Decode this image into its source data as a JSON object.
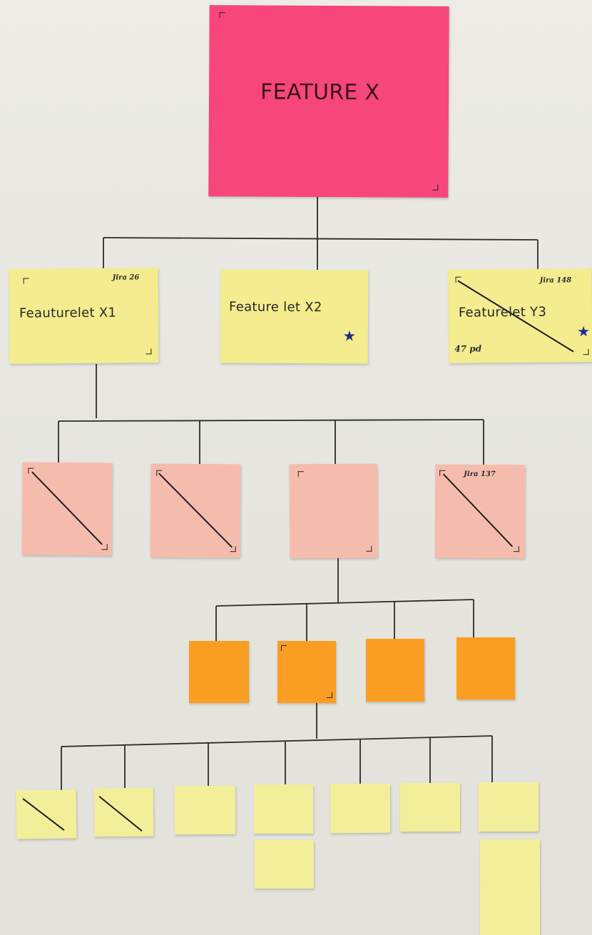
{
  "feature": {
    "title": "FEATURE X"
  },
  "featurelets": [
    {
      "label": "Feauturelet X1",
      "jira": "Jira 26"
    },
    {
      "label": "Feature let X2"
    },
    {
      "label": "Featurelet Y3",
      "jira": "Jira 148",
      "estimate": "47 pd"
    }
  ],
  "subtasks": [
    {
      "jira": "Jira 137"
    }
  ],
  "colors": {
    "feature_note": "#f7467b",
    "featurelet_note": "#f4ec8e",
    "subtask_note": "#f5bcae",
    "task_note": "#fb9d22",
    "leaf_note": "#f3ee9a",
    "star": "#1b2a8f",
    "background": "#e8e7e1"
  },
  "icons": [
    "star-icon",
    "corner-mark-icon",
    "strike-through-line"
  ]
}
